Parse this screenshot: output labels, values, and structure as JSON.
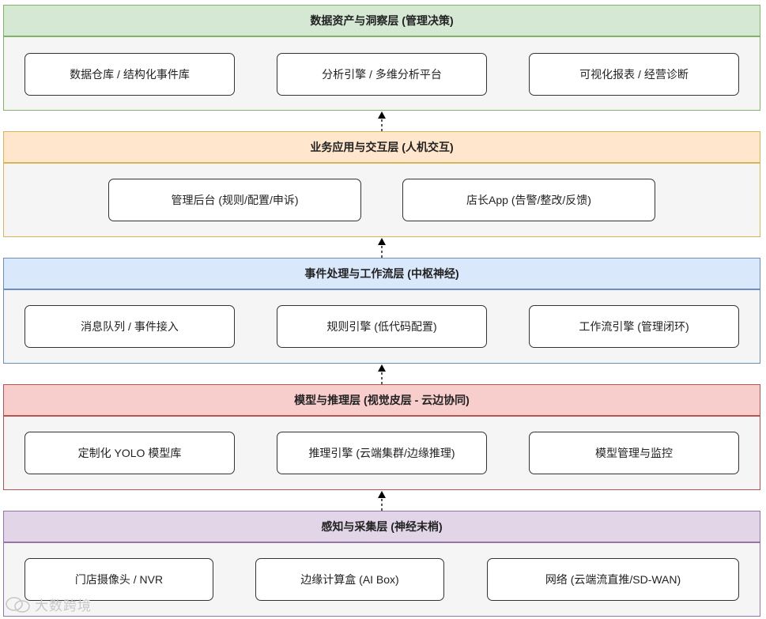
{
  "layers": [
    {
      "title": "数据资产与洞察层 (管理决策)",
      "colors": {
        "head": "#d5e8d4",
        "border": "#82b366"
      },
      "boxes": [
        "数据仓库 / 结构化事件库",
        "分析引擎 / 多维分析平台",
        "可视化报表 / 经营诊断"
      ]
    },
    {
      "title": "业务应用与交互层 (人机交互)",
      "colors": {
        "head": "#ffe6cc",
        "border": "#d6b656"
      },
      "boxes": [
        "管理后台 (规则/配置/申诉)",
        "店长App (告警/整改/反馈)"
      ]
    },
    {
      "title": "事件处理与工作流层 (中枢神经)",
      "colors": {
        "head": "#dae8fc",
        "border": "#6c8ebf"
      },
      "boxes": [
        "消息队列 / 事件接入",
        "规则引擎 (低代码配置)",
        "工作流引擎 (管理闭环)"
      ]
    },
    {
      "title": "模型与推理层 (视觉皮层 - 云边协同)",
      "colors": {
        "head": "#f8cecc",
        "border": "#b85450"
      },
      "boxes": [
        "定制化 YOLO 模型库",
        "推理引擎 (云端集群/边缘推理)",
        "模型管理与监控"
      ]
    },
    {
      "title": "感知与采集层 (神经末梢)",
      "colors": {
        "head": "#e1d5e7",
        "border": "#9673a6"
      },
      "boxes": [
        "门店摄像头 / NVR",
        "边缘计算盒 (AI Box)",
        "网络 (云端流直推/SD-WAN)"
      ]
    }
  ],
  "watermark": "大数跨境"
}
